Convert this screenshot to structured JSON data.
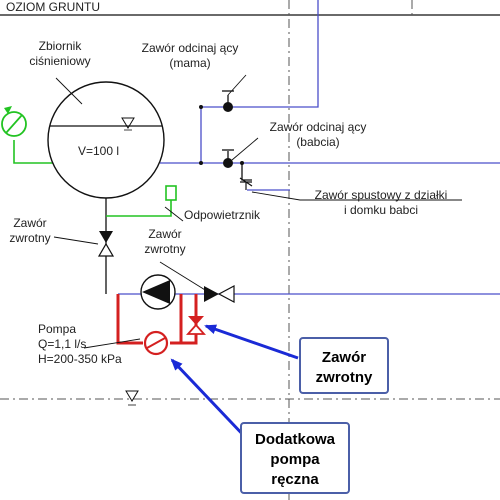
{
  "labels": {
    "ground_level": "OZIOM GRUNTU",
    "tank_l1": "Zbiornik",
    "tank_l2": "ciśnieniowy",
    "tank_volume": "V=100 l",
    "valve_mama_l1": "Zawór odcinaj ący",
    "valve_mama_l2": "(mama)",
    "valve_babcia_l1": "Zawór odcinaj ący",
    "valve_babcia_l2": "(babcia)",
    "drain_l1": "Zawór spustowy z działki",
    "drain_l2": "i domku babci",
    "vent": "Odpowietrznik",
    "check1_l1": "Zawór",
    "check1_l2": "zwrotny",
    "check2_l1": "Zawór",
    "check2_l2": "zwrotny",
    "pump_l1": "Pompa",
    "pump_l2": "Q=1,1 l/s",
    "pump_l3": "H=200-350 kPa"
  },
  "callouts": {
    "check_valve_l1": "Zawór",
    "check_valve_l2": "zwrotny",
    "hand_pump_l1": "Dodatkowa",
    "hand_pump_l2": "pompa",
    "hand_pump_l3": "ręczna"
  },
  "colors": {
    "pipe": "#4a4fc9",
    "ink": "#111111",
    "green": "#22c322",
    "red": "#d42020",
    "arrow": "#1a2ad6",
    "callout_border": "#4b5fa8"
  }
}
